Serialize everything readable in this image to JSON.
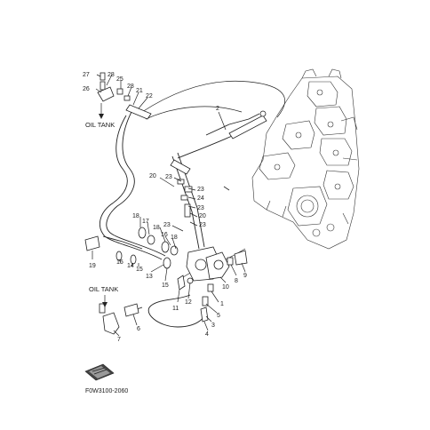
{
  "diagram": {
    "labels": {
      "oil_tank_top": "OIL TANK",
      "oil_tank_bottom": "OIL TANK",
      "figure_code": "F0W3100-2060"
    },
    "callouts": [
      {
        "id": "c27a",
        "text": "27"
      },
      {
        "id": "c28a",
        "text": "28"
      },
      {
        "id": "c25",
        "text": "25"
      },
      {
        "id": "c26",
        "text": "26"
      },
      {
        "id": "c28b",
        "text": "28"
      },
      {
        "id": "c21",
        "text": "21"
      },
      {
        "id": "c22",
        "text": "22"
      },
      {
        "id": "c2",
        "text": "2"
      },
      {
        "id": "c20a",
        "text": "20"
      },
      {
        "id": "c23a",
        "text": "23"
      },
      {
        "id": "c23b",
        "text": "23"
      },
      {
        "id": "c24",
        "text": "24"
      },
      {
        "id": "c23c",
        "text": "23"
      },
      {
        "id": "c20b",
        "text": "20"
      },
      {
        "id": "c18a",
        "text": "18"
      },
      {
        "id": "c17",
        "text": "17"
      },
      {
        "id": "c23d",
        "text": "23"
      },
      {
        "id": "c23e",
        "text": "23"
      },
      {
        "id": "c18b",
        "text": "18"
      },
      {
        "id": "c16",
        "text": "16"
      },
      {
        "id": "c18c",
        "text": "18"
      },
      {
        "id": "c19",
        "text": "19"
      },
      {
        "id": "c15a",
        "text": "15"
      },
      {
        "id": "c14",
        "text": "14"
      },
      {
        "id": "c15b",
        "text": "15"
      },
      {
        "id": "c13",
        "text": "13"
      },
      {
        "id": "c15c",
        "text": "15"
      },
      {
        "id": "c12",
        "text": "12"
      },
      {
        "id": "c11",
        "text": "11"
      },
      {
        "id": "c10",
        "text": "10"
      },
      {
        "id": "c8",
        "text": "8"
      },
      {
        "id": "c9",
        "text": "9"
      },
      {
        "id": "c1",
        "text": "1"
      },
      {
        "id": "c5",
        "text": "5"
      },
      {
        "id": "c3",
        "text": "3"
      },
      {
        "id": "c4",
        "text": "4"
      },
      {
        "id": "c6",
        "text": "6"
      },
      {
        "id": "c7",
        "text": "7"
      }
    ]
  }
}
